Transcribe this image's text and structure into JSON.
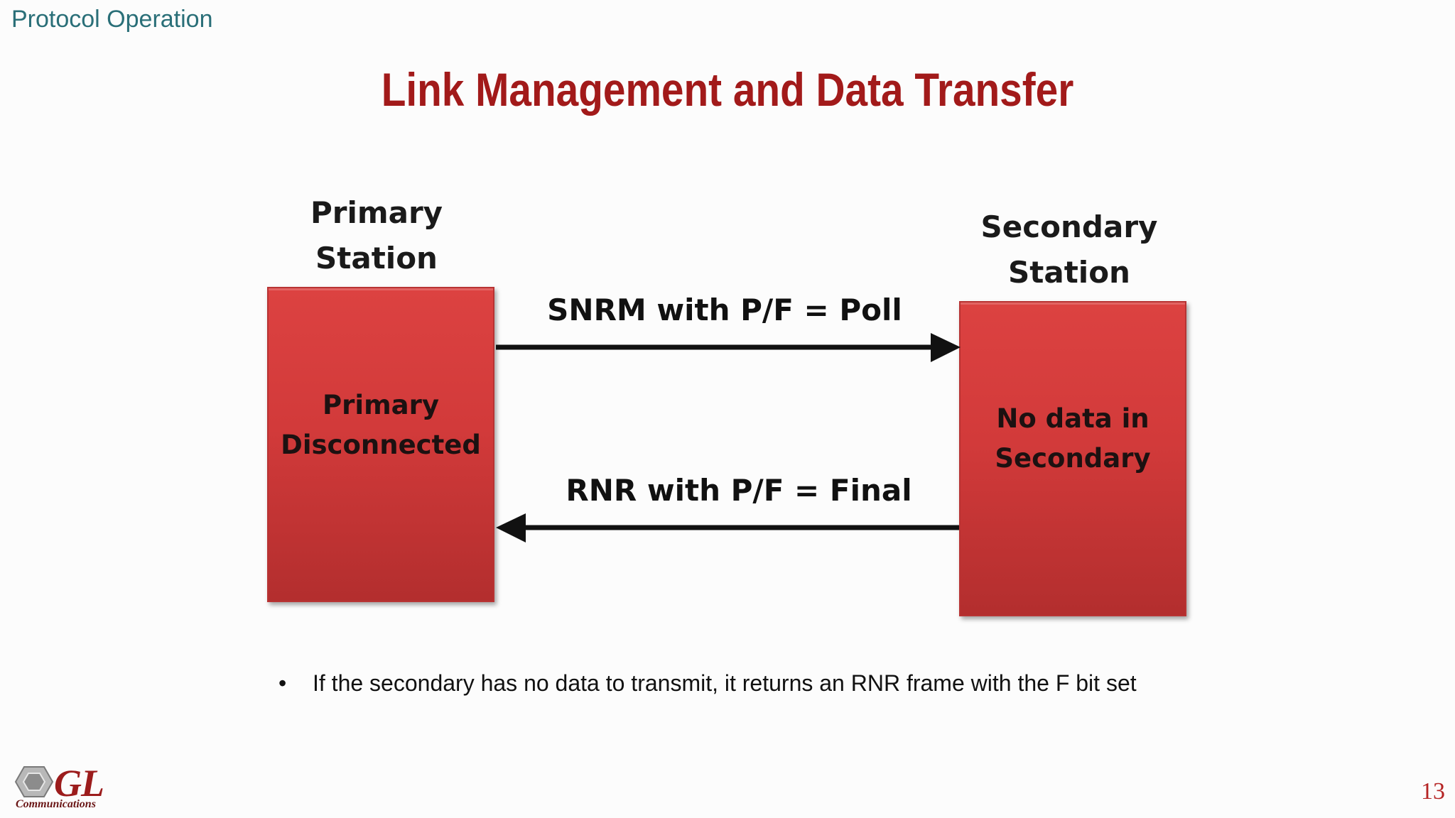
{
  "header": {
    "section_label": "Protocol Operation",
    "title": "Link Management and Data Transfer"
  },
  "diagram": {
    "primary_station_label": [
      "Primary",
      "Station"
    ],
    "secondary_station_label": [
      "Secondary",
      "Station"
    ],
    "primary_box_text": [
      "Primary",
      "Disconnected"
    ],
    "secondary_box_text": [
      "No data in",
      "Secondary"
    ],
    "arrows": [
      {
        "label": "SNRM with P/F = Poll",
        "direction": "primary-to-secondary"
      },
      {
        "label": "RNR with P/F = Final",
        "direction": "secondary-to-primary"
      }
    ],
    "colors": {
      "box_fill": "#d23a3a",
      "arrow": "#111111"
    }
  },
  "bullets": [
    {
      "marker": "•",
      "text": "If the secondary has no data to transmit, it returns an RNR frame with the F bit set"
    }
  ],
  "footer": {
    "logo_text": "GL",
    "logo_subtext": "Communications",
    "page_number": "13"
  },
  "theme": {
    "title_color": "#a21a1a",
    "section_color": "#2a6f78"
  }
}
